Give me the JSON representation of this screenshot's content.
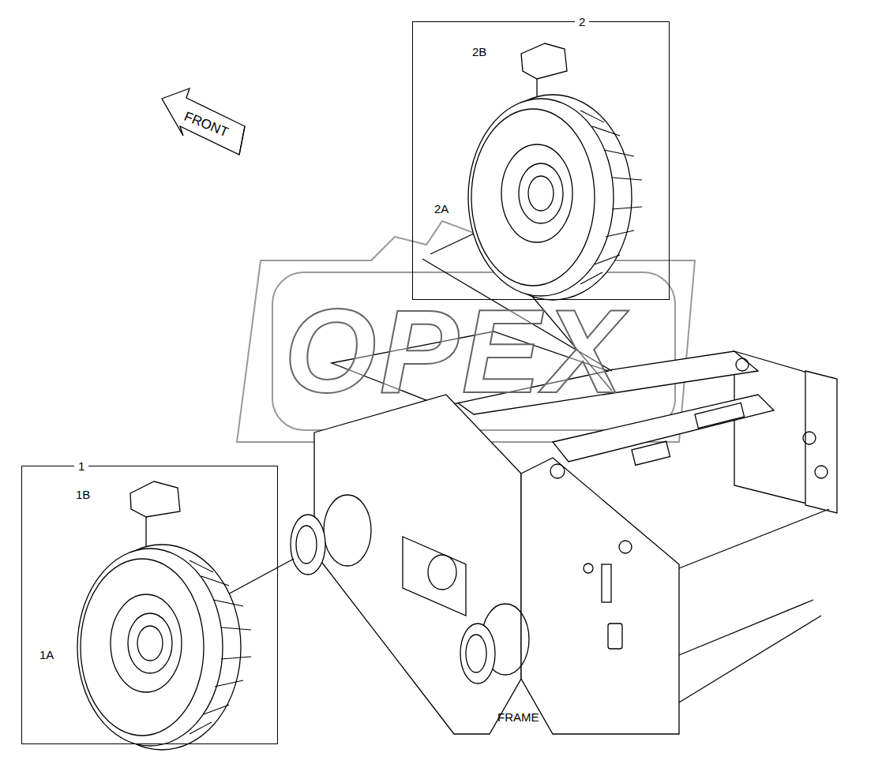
{
  "diagram": {
    "nodes": [
      {
        "text": [
          "2"
        ]
      },
      {
        "text": [
          "1"
        ]
      }
    ],
    "labels": [
      "2B",
      "2A",
      "FRONT",
      "1B",
      "1A",
      "FRAME",
      "OPEX"
    ]
  }
}
